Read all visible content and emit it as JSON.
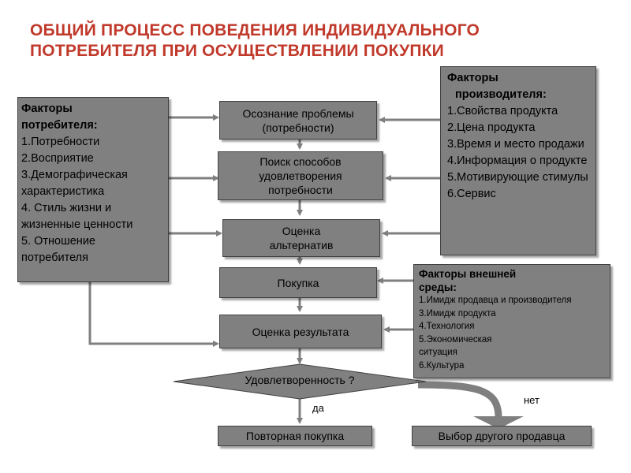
{
  "title": {
    "line1": "ОБЩИЙ ПРОЦЕСС ПОВЕДЕНИЯ ИНДИВИДУАЛЬНОГО",
    "line2": "ПОТРЕБИТЕЛЯ ПРИ ОСУЩЕСТВЛЕНИИ ПОКУПКИ"
  },
  "consumer_factors": {
    "header_line1": "Факторы",
    "header_line2": "потребителя:",
    "items": [
      "1.Потребности",
      "2.Восприятие",
      "3.Демографическая характеристика",
      "4. Стиль жизни и жизненные ценности",
      "5. Отношение потребителя"
    ]
  },
  "producer_factors": {
    "header_line1": "Факторы",
    "header_line2": "производителя:",
    "items": [
      "1.Свойства продукта",
      "2.Цена продукта",
      "3.Время и место продажи",
      "4.Информация о продукте",
      "5.Мотивирующие стимулы",
      "6.Сервис"
    ]
  },
  "external_factors": {
    "header_line1": "Факторы внешней",
    "header_line2": "среды:",
    "items": [
      "1.Имидж продавца и производителя",
      "3.Имидж продукта",
      "4.Технология",
      "5.Экономическая ситуация",
      "6.Культура"
    ]
  },
  "steps": {
    "awareness_line1": "Осознание проблемы",
    "awareness_line2": "(потребности)",
    "search": "Поиск способов удовлетворения потребности",
    "evaluation": "Оценка альтернатив",
    "purchase": "Покупка",
    "result": "Оценка результата",
    "satisfaction": "Удовлетворенность ?",
    "yes": "да",
    "no": "нет",
    "repeat": "Повторная покупка",
    "other_seller": "Выбор другого продавца"
  },
  "colors": {
    "title": "#c0392b",
    "box_fill": "#808080",
    "arrow": "#7f7f7f"
  }
}
